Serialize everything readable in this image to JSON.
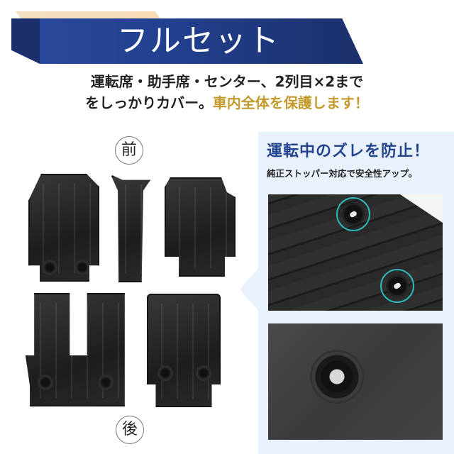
{
  "banner": {
    "title": "フルセット",
    "colors": {
      "banner": "#22408f",
      "accent": "#f8ddb6"
    }
  },
  "intro": {
    "line1": "運転席・助手席・センター、2列目×2まで",
    "line2_plain": "をしっかりカバー。",
    "line2_highlight": "車内全体を保護します！",
    "highlight_color": "#c49a2c"
  },
  "product_set": {
    "front_label": "前",
    "rear_label": "後",
    "front_items": [
      "driver-seat-mat",
      "center-console-mat",
      "passenger-seat-mat"
    ],
    "rear_items": [
      "rear-left-mat-with-center",
      "rear-right-mat"
    ]
  },
  "feature_panel": {
    "title": "運転中のズレを防止！",
    "subtitle": "純正ストッパー対応で安全性アップ。",
    "title_color": "#24448e",
    "background": "#e9f1fc",
    "highlight_ring_color": "#2bb8b8",
    "photos": [
      "mat-stopper-holes-closeup",
      "stopper-clip-closeup"
    ]
  }
}
